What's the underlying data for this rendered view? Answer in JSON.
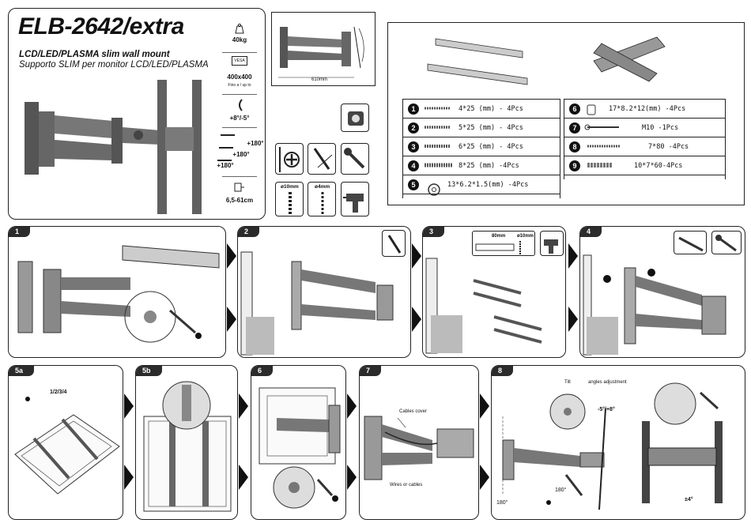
{
  "product": {
    "model": "ELB-2642/extra",
    "line1": "LCD/LED/PLASMA slim wall mount",
    "line2": "Supporto SLIM per monitor LCD/LED/PLASMA"
  },
  "specs": {
    "weight": "40kg",
    "vesa_icon_text": "VESA",
    "vesa": "400x400",
    "vesa_note": "Fino a / up to",
    "tilt": "+8°/-5°",
    "swivel1": "+180°",
    "swivel2": "+180°",
    "swivel3": "+180°",
    "extension": "6,5-61cm"
  },
  "top_diagram": {
    "width_label": "610mm"
  },
  "tools": {
    "drill_bit1": "ø10mm",
    "drill_bit2": "ø4mm"
  },
  "parts_left": [
    {
      "n": "1",
      "text": "4*25 (mm) - 4Pcs"
    },
    {
      "n": "2",
      "text": "5*25 (mm) - 4Pcs"
    },
    {
      "n": "3",
      "text": "6*25 (mm) - 4Pcs"
    },
    {
      "n": "4",
      "text": "8*25 (mm) -4Pcs"
    },
    {
      "n": "5",
      "text": "13*6.2*1.5(mm) -4Pcs"
    }
  ],
  "parts_right": [
    {
      "n": "6",
      "text": "17*8.2*12(mm) -4Pcs"
    },
    {
      "n": "7",
      "text": "M10 -1Pcs"
    },
    {
      "n": "8",
      "text": "7*80 -4Pcs"
    },
    {
      "n": "9",
      "text": "10*7*60-4Pcs"
    }
  ],
  "steps": {
    "s1": "1",
    "s2": "2",
    "s3": "3",
    "s4": "4",
    "s5a": "5a",
    "s5b": "5b",
    "s6": "6",
    "s7": "7",
    "s8": "8"
  },
  "step3": {
    "depth": "80mm",
    "bit": "ø10mm"
  },
  "step5a": {
    "callout": "1/2/3/4"
  },
  "step7": {
    "cables_cover": "Cables cover",
    "wires": "Wires or cables"
  },
  "step8": {
    "tilt_label": "Tilt",
    "angles_label": "angles adjustment",
    "tilt_range": "-5°/+8°",
    "rot1": "180°",
    "rot2": "180°",
    "rot3": "±4°"
  }
}
